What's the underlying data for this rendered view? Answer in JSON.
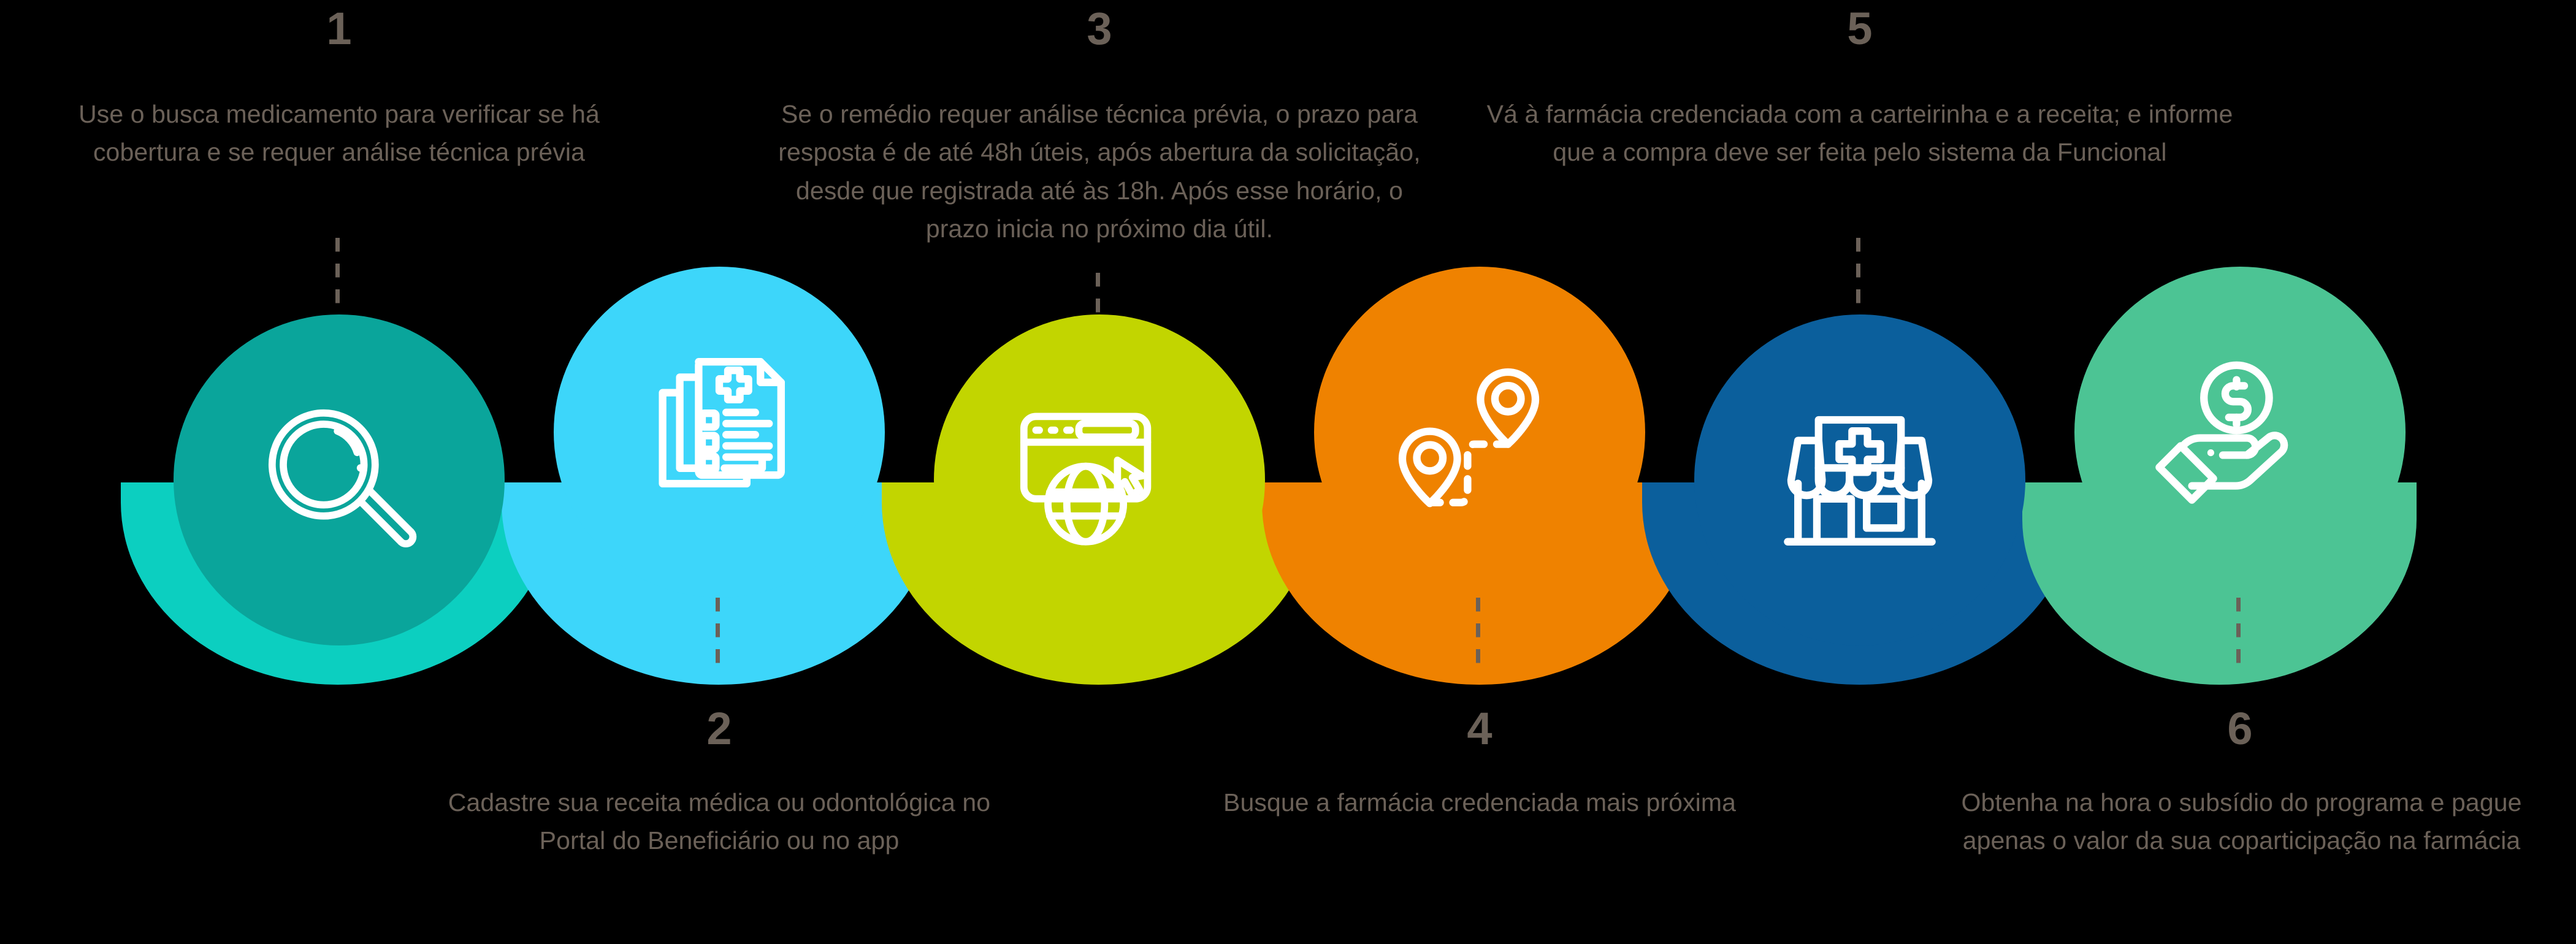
{
  "infographic": {
    "title_present": false,
    "background_color": "#000000",
    "text_color": "#6b6158",
    "icon_color": "#ffffff",
    "steps": [
      {
        "number": "1",
        "text": "Use o busca medicamento para verificar se há cobertura e se requer análise técnica prévia",
        "text_lines": [
          "Use o busca medicamento para",
          "verificar se há cobertura e",
          "se requer análise técnica prévia"
        ],
        "position": "top",
        "icon": "magnifier-icon",
        "color": "#0aa59b",
        "band_color": "#0ccfc0"
      },
      {
        "number": "2",
        "text": "Cadastre sua receita médica ou odontológica no Portal do Beneficiário ou no app",
        "text_lines": [
          "Cadastre sua receita médica ou",
          "odontológica no Portal do",
          "Beneficiário ou no app"
        ],
        "position": "bottom",
        "icon": "medical-documents-icon",
        "color": "#3dd6fa",
        "band_color": "#3dd6fa"
      },
      {
        "number": "3",
        "text": "Se o remédio requer análise técnica prévia, o prazo para resposta é de até 48h úteis, após abertura da solicitação, desde que registrada até às 18h. Após esse horário, o prazo inicia no próximo dia útil.",
        "text_lines": [
          "Se o remédio requer análise técnica prévia, o",
          "prazo para resposta é de até 48h úteis, após",
          "abertura da solicitação, desde que registrada",
          "até às 18h. Após esse horário, o prazo inicia no",
          "próximo dia útil."
        ],
        "position": "top",
        "icon": "browser-globe-icon",
        "color": "#c2d500",
        "band_color": "#c2d500"
      },
      {
        "number": "4",
        "text": "Busque a farmácia credenciada mais próxima",
        "text_lines": [
          "Busque a farmácia credenciada",
          "mais próxima"
        ],
        "position": "bottom",
        "icon": "map-route-pins-icon",
        "color": "#ef8200",
        "band_color": "#ef8200"
      },
      {
        "number": "5",
        "text": "Vá à farmácia credenciada com a carteirinha e a receita; e informe que a compra deve ser feita pelo sistema da Funcional",
        "text_lines": [
          "Vá à farmácia credenciada com a carteirinha e a",
          "receita; e informe que a compra deve ser feita",
          "pelo sistema da Funcional"
        ],
        "position": "top",
        "icon": "pharmacy-store-icon",
        "color": "#0b5f9c",
        "band_color": "#0b5f9c"
      },
      {
        "number": "6",
        "text": "Obtenha na hora o  subsídio do programa e pague apenas o valor da sua coparticipação na farmácia",
        "text_lines": [
          "Obtenha na hora o  subsídio do",
          "programa e pague apenas o valor da",
          "sua coparticipação na farmácia"
        ],
        "position": "bottom",
        "icon": "hand-coin-icon",
        "color": "#4cc494",
        "band_color": "#4cc494"
      }
    ]
  }
}
